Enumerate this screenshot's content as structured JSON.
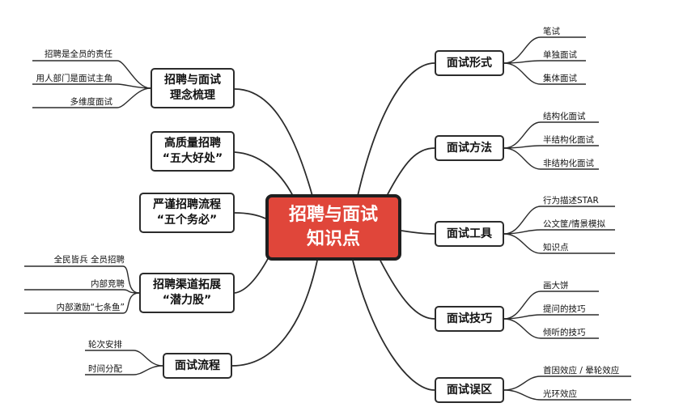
{
  "center": {
    "label": "招聘与面试\n知识点"
  },
  "left_branches": [
    {
      "label": "招聘与面试\n理念梳理",
      "leaves": [
        "招聘是全员的责任",
        "用人部门是面试主角",
        "多维度面试"
      ]
    },
    {
      "label": "高质量招聘\n“五大好处”",
      "leaves": []
    },
    {
      "label": "严谨招聘流程\n“五个务必”",
      "leaves": []
    },
    {
      "label": "招聘渠道拓展\n“潜力股”",
      "leaves": [
        "全民皆兵 全员招聘",
        "内部竞聘",
        "内部激励“七条鱼”"
      ]
    },
    {
      "label": "面试流程",
      "leaves": [
        "轮次安排",
        "时间分配"
      ]
    }
  ],
  "right_branches": [
    {
      "label": "面试形式",
      "leaves": [
        "笔试",
        "单独面试",
        "集体面试"
      ]
    },
    {
      "label": "面试方法",
      "leaves": [
        "结构化面试",
        "半结构化面试",
        "非结构化面试"
      ]
    },
    {
      "label": "面试工具",
      "leaves": [
        "行为描述STAR",
        "公文筐/情景模拟",
        "知识点"
      ]
    },
    {
      "label": "面试技巧",
      "leaves": [
        "画大饼",
        "提问的技巧",
        "倾听的技巧"
      ]
    },
    {
      "label": "面试误区",
      "leaves": [
        "首因效应 / 晕轮效应",
        "光环效应"
      ]
    }
  ],
  "colors": {
    "center_fill": "#e0463a",
    "line": "#2b2b2b",
    "text": "#111111"
  }
}
